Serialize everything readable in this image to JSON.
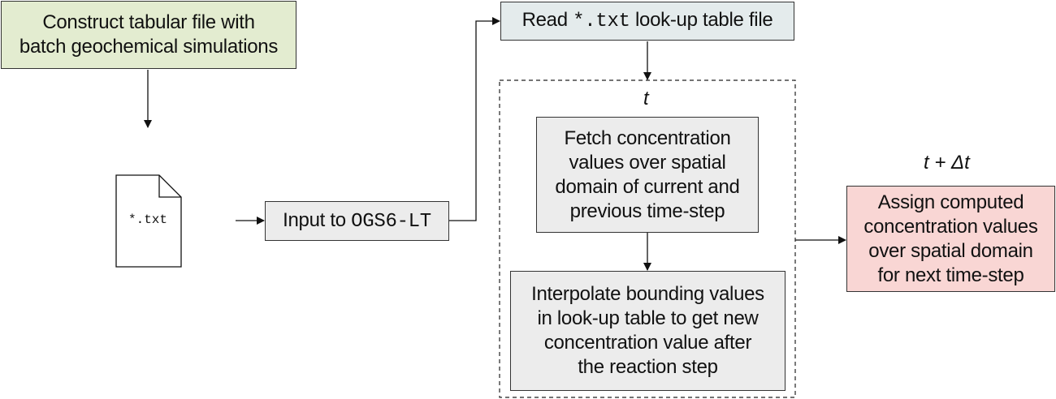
{
  "boxes": {
    "construct": {
      "line1": "Construct tabular file with",
      "line2": "batch geochemical simulations"
    },
    "read": {
      "prefix": "Read ",
      "code": "*.txt",
      "suffix": " look-up table file"
    },
    "input": {
      "prefix": "Input to ",
      "code": "OGS6-LT"
    },
    "fetch": {
      "line1": "Fetch concentration",
      "line2": "values over spatial",
      "line3": "domain of current and",
      "line4": "previous time-step"
    },
    "interpolate": {
      "line1": "Interpolate bounding values",
      "line2": "in look-up table to get new",
      "line3": "concentration value after",
      "line4": "the reaction step"
    },
    "assign": {
      "line1": "Assign computed",
      "line2": "concentration values",
      "line3": "over spatial domain",
      "line4": "for next time-step"
    }
  },
  "file_icon": {
    "label": "*.txt",
    "icon": "document-icon"
  },
  "labels": {
    "t": "t",
    "t_next": "t + Δt"
  },
  "colors": {
    "construct_fill": "#e3ecd0",
    "read_fill": "#e4ebec",
    "process_fill": "#ececec",
    "assign_fill": "#f9d6d4"
  }
}
